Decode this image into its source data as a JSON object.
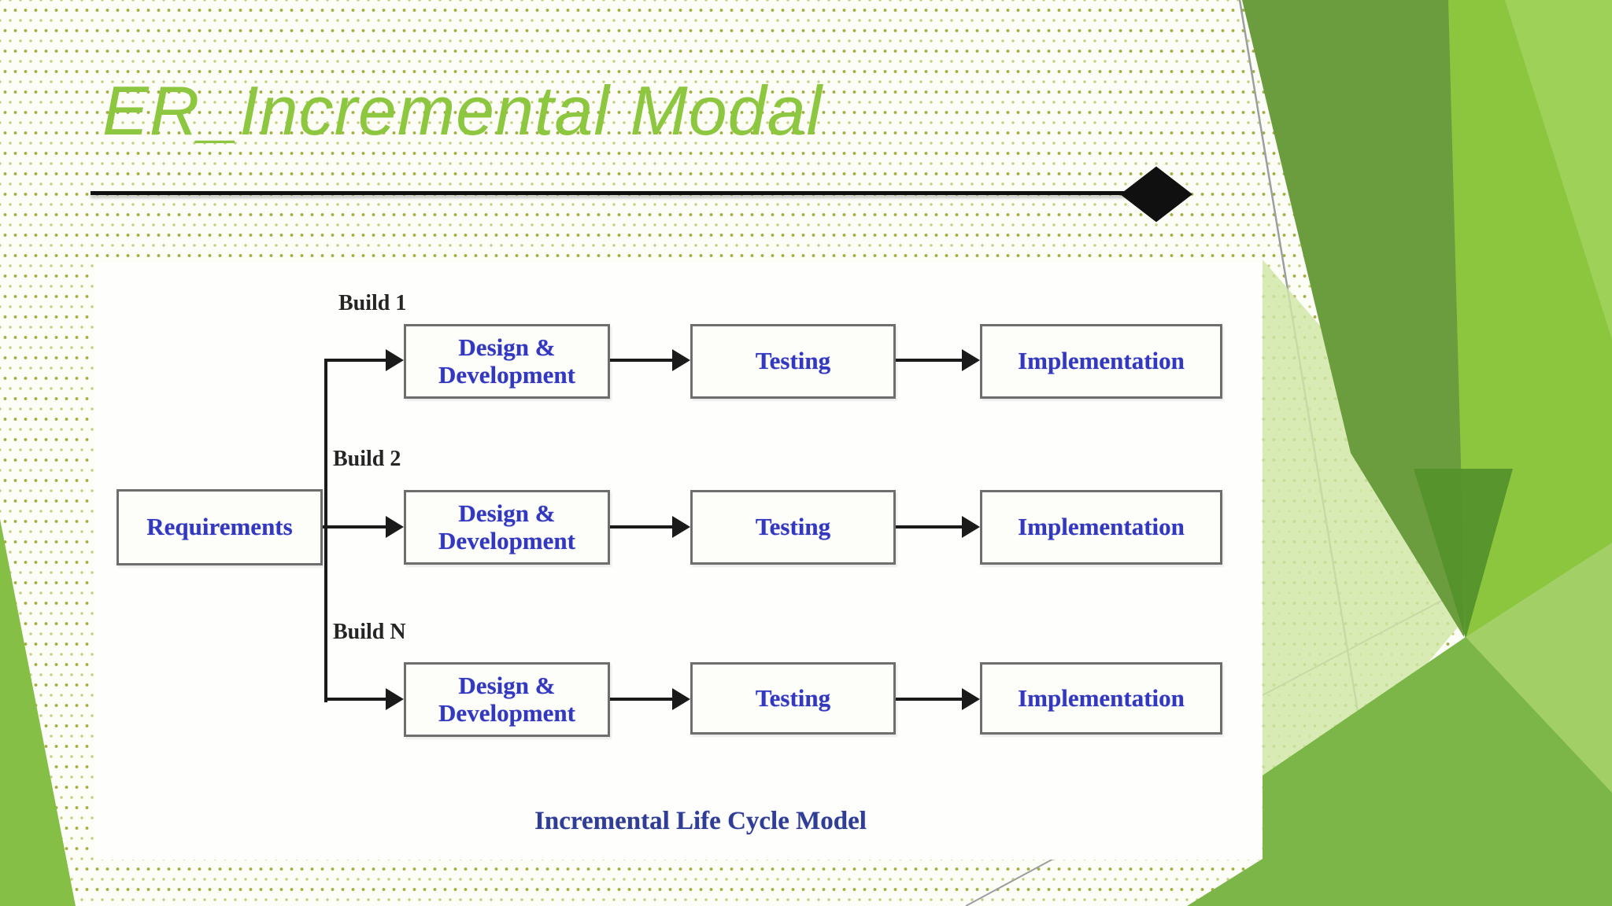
{
  "slide": {
    "title": "ER_Incremental Modal"
  },
  "diagram": {
    "source_box": "Requirements",
    "caption": "Incremental Life Cycle Model",
    "rows": [
      {
        "build_label": "Build 1",
        "phases": [
          {
            "label": "Design &\nDevelopment"
          },
          {
            "label": "Testing"
          },
          {
            "label": "Implementation"
          }
        ]
      },
      {
        "build_label": "Build 2",
        "phases": [
          {
            "label": "Design &\nDevelopment"
          },
          {
            "label": "Testing"
          },
          {
            "label": "Implementation"
          }
        ]
      },
      {
        "build_label": "Build N",
        "phases": [
          {
            "label": "Design &\nDevelopment"
          },
          {
            "label": "Testing"
          },
          {
            "label": "Implementation"
          }
        ]
      }
    ]
  },
  "colors": {
    "title_green": "#8dc63f",
    "rule_black": "#101010",
    "box_text_blue": "#3338c0",
    "caption_navy": "#2f3d96",
    "build_label_black": "#252525",
    "box_border_gray": "#6e6e6e",
    "arrow_black": "#1a1a1a",
    "dot_olive": "#a3ad3e",
    "dot_light": "#c7cf82",
    "dark_green": "#6b9c3e",
    "bright_green": "#8cc63f",
    "light_green": "#9ed157",
    "pale_green": "#d1e6a6",
    "medium_green": "#7cb548",
    "deep_green": "#55922c",
    "mid_light_green": "#a6d16d",
    "left_wedge_green": "#85bf45",
    "line_gray": "#9aa0a0"
  }
}
